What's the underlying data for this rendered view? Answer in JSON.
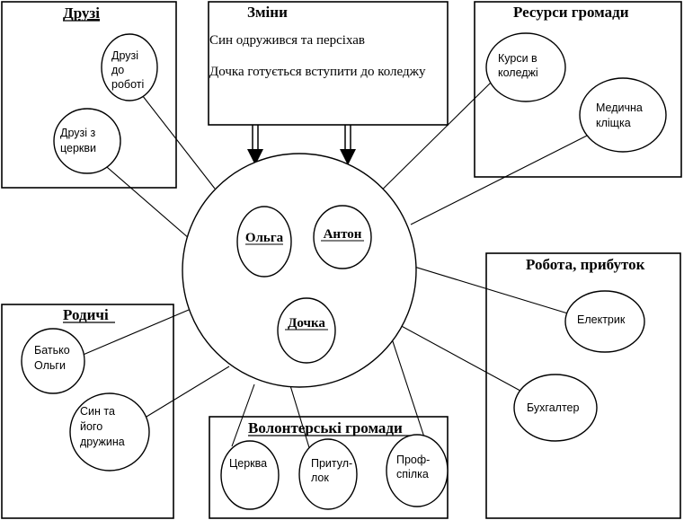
{
  "friends": {
    "title": "Друзі",
    "work": [
      "Друзі",
      "до",
      "роботі"
    ],
    "church": [
      "Друзі з",
      "церкви"
    ]
  },
  "changes": {
    "title": "Зміни",
    "line1": "Син одружився та персіхав",
    "line2": "Дочка готується вступити до коледжу"
  },
  "resources": {
    "title": "Ресурси громади",
    "courses": [
      "Курси в",
      "коледжі"
    ],
    "clinic": [
      "Медична",
      "кліщка"
    ]
  },
  "family": {
    "olga": "Ольга",
    "anton": "Антон",
    "daughter": "Дочка"
  },
  "work": {
    "title": "Робота, прибуток",
    "electrician": "Електрик",
    "accountant": "Бухгалтер"
  },
  "relatives": {
    "title": "Родичі",
    "father": [
      "Батько",
      "Ольги"
    ],
    "son": [
      "Син та",
      "його",
      "дружина"
    ]
  },
  "volunteer": {
    "title": "Волонтерські громади",
    "church": "Церква",
    "shelter": [
      "Притул-",
      "лок"
    ],
    "union": [
      "Проф-",
      "спілка"
    ]
  }
}
